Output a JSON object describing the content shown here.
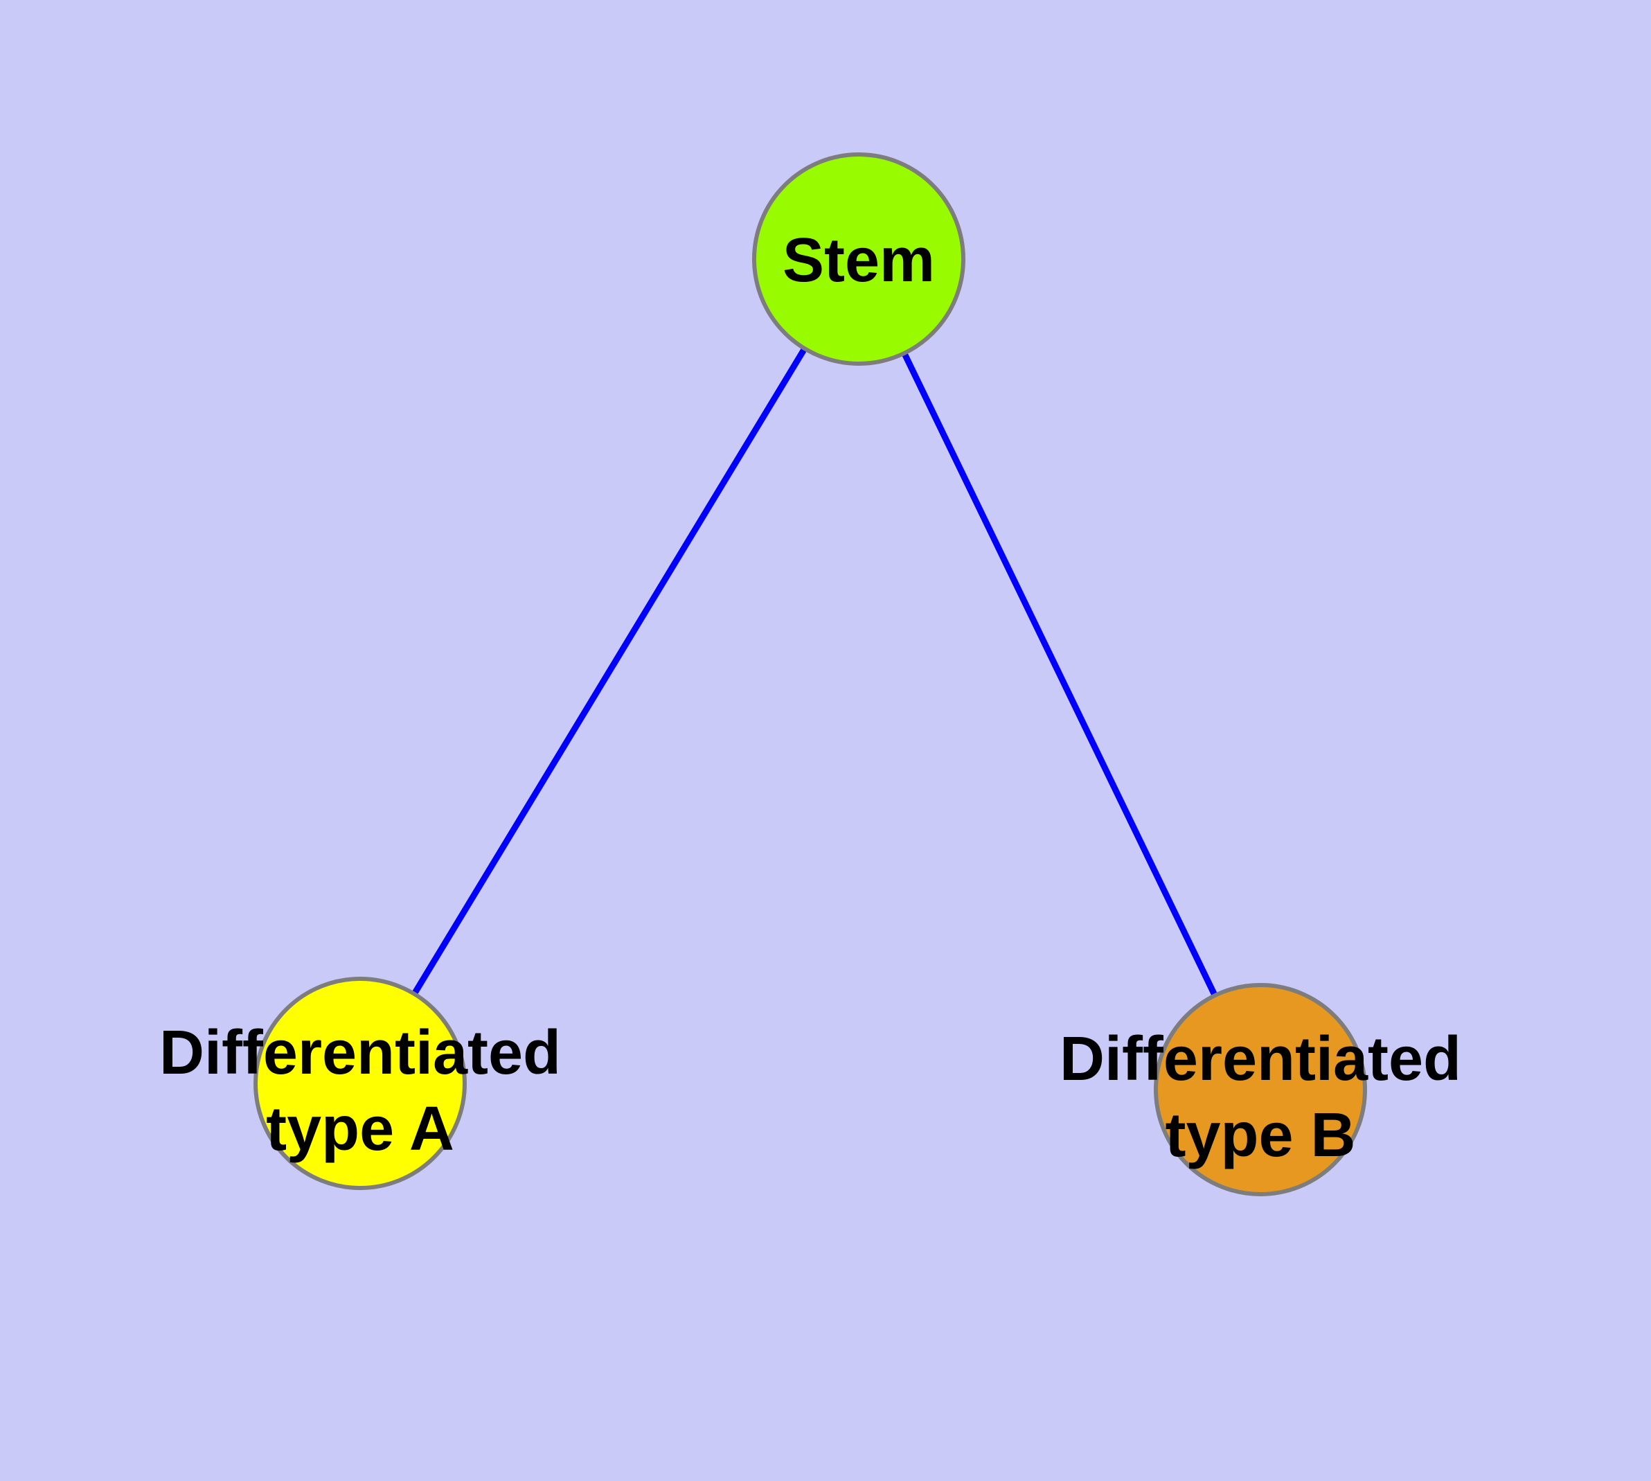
{
  "diagram": {
    "background_color": "#CACAF8",
    "edge_color": "#0000FF",
    "node_border_color": "#7D7D7D",
    "label_color": "#000000",
    "nodes": {
      "stem": {
        "label": "Stem",
        "fill": "#99FB00"
      },
      "type_a": {
        "label_line1": "Differentiated",
        "label_line2": "type A",
        "fill": "#FFFF00"
      },
      "type_b": {
        "label_line1": "Differentiated",
        "label_line2": "type B",
        "fill": "#E79820"
      }
    },
    "edges": [
      {
        "from": "stem",
        "to": "type_a"
      },
      {
        "from": "stem",
        "to": "type_b"
      }
    ]
  }
}
